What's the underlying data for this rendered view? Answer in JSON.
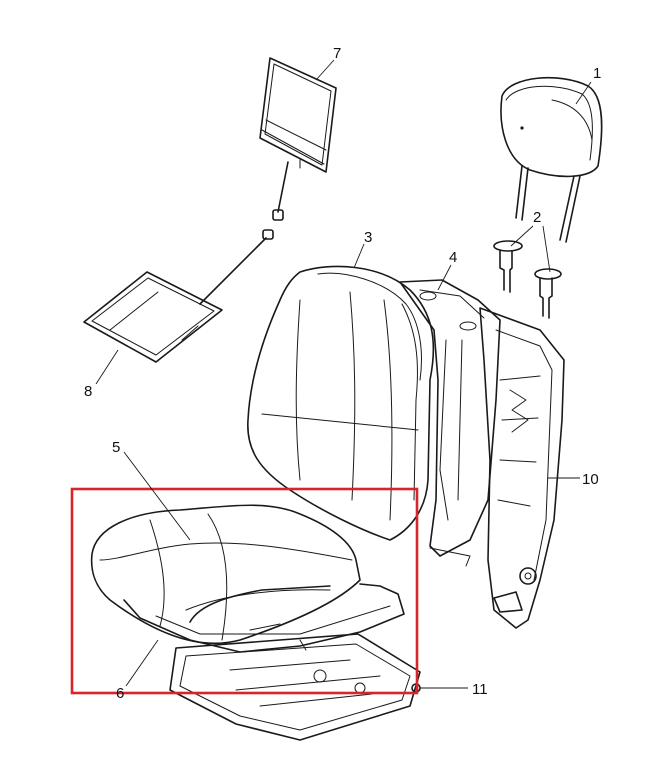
{
  "highlight_color": "#d9252a",
  "callouts": {
    "p1": "1",
    "p2": "2",
    "p3": "3",
    "p4": "4",
    "p5": "5",
    "p6": "6",
    "p7": "7",
    "p8": "8",
    "p10": "10",
    "p11": "11"
  },
  "parts": [
    {
      "id": "p1",
      "name": "headrest",
      "icon": "headrest-icon"
    },
    {
      "id": "p2",
      "name": "headrest-guide-sleeves",
      "icon": "guide-sleeve-icon"
    },
    {
      "id": "p3",
      "name": "seatback-cushion-cover",
      "icon": "seatback-cover-icon"
    },
    {
      "id": "p4",
      "name": "seatback-foam-pad",
      "icon": "seatback-pad-icon"
    },
    {
      "id": "p5",
      "name": "seat-cushion-cover",
      "icon": "seat-cover-icon"
    },
    {
      "id": "p6",
      "name": "seat-cushion-foam",
      "icon": "seat-foam-icon"
    },
    {
      "id": "p7",
      "name": "back-heater-element",
      "icon": "heater-pad-icon"
    },
    {
      "id": "p8",
      "name": "seat-heater-element",
      "icon": "heater-pad-icon"
    },
    {
      "id": "p10",
      "name": "seatback-frame",
      "icon": "seatback-frame-icon"
    },
    {
      "id": "p11",
      "name": "seat-cushion-frame",
      "icon": "seat-frame-icon"
    }
  ]
}
